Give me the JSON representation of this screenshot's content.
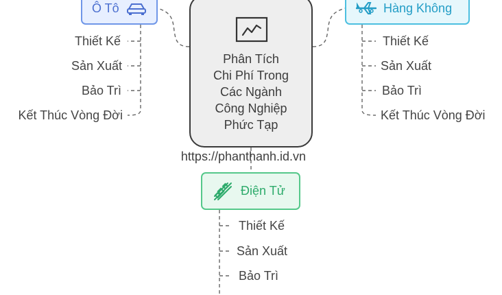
{
  "center": {
    "title": "Phân Tích\nChi Phí Trong\nCác Ngành\nCông Nghiệp\nPhức Tạp",
    "icon": "line-chart-icon"
  },
  "branches": {
    "oto": {
      "label": "Ô Tô",
      "icon": "car-icon",
      "color": "#6f96e8",
      "items": [
        "Thiết Kế",
        "Sản Xuất",
        "Bảo Trì",
        "Kết Thúc Vòng Đời"
      ]
    },
    "hang_khong": {
      "label": "Hàng Không",
      "icon": "airplane-icon",
      "color": "#4cbfe0",
      "items": [
        "Thiết Kế",
        "Sản Xuất",
        "Bảo Trì",
        "Kết Thúc Vòng Đời"
      ]
    },
    "dien_tu": {
      "label": "Điện Tử",
      "icon": "circuit-icon",
      "color": "#55c88a",
      "items": [
        "Thiết Kế",
        "Sản Xuất",
        "Bảo Trì"
      ]
    }
  },
  "watermark": "https://phanthanh.id.vn"
}
